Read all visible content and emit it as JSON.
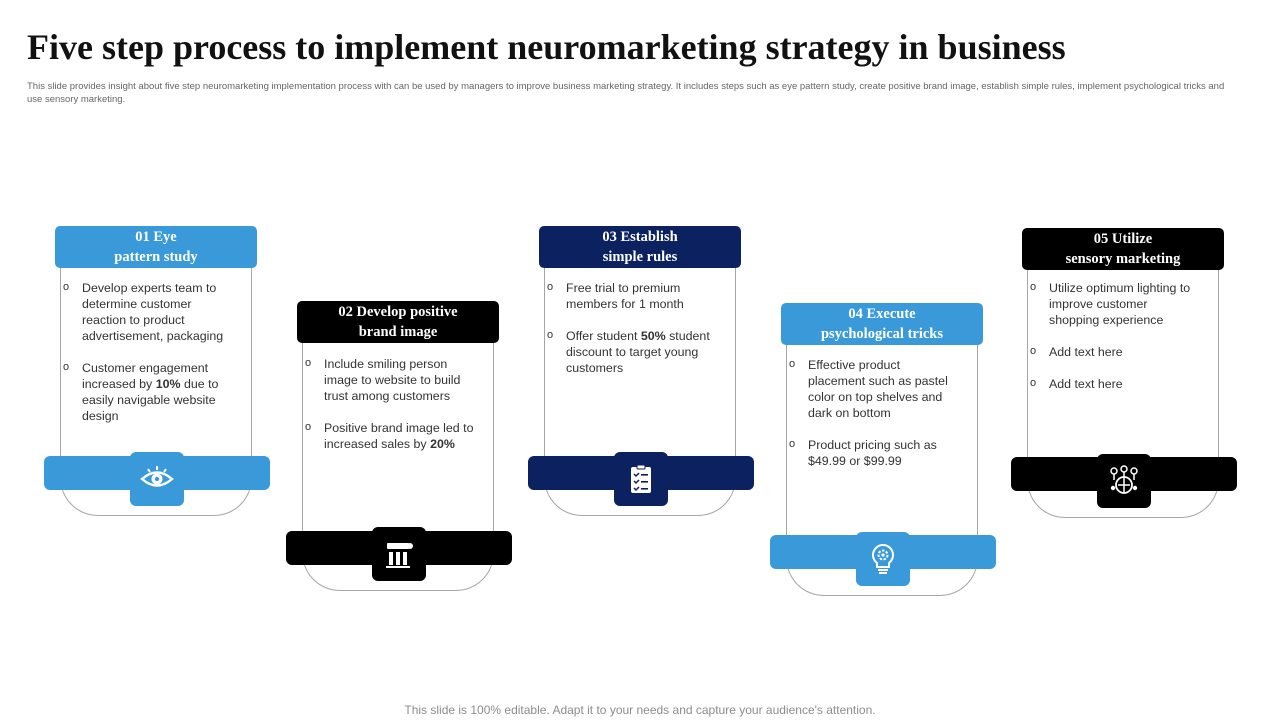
{
  "title": "Five step process to implement neuromarketing strategy in business",
  "subtitle": "This slide provides insight about five step neuromarketing implementation  process with can be used by managers to improve business marketing strategy. It includes steps such as eye pattern study, create positive brand image, establish simple rules, implement psychological tricks and use sensory marketing.",
  "footer": "This slide is 100% editable. Adapt it to your needs and capture your audience's attention.",
  "colors": {
    "light_blue": "#3a9ad9",
    "navy": "#0b2160",
    "black": "#000000"
  },
  "steps": [
    {
      "header_line1": "01 Eye",
      "header_line2": "pattern study",
      "color": "#3a9ad9",
      "icon": "eye-icon",
      "bullets": [
        {
          "pre": "Develop  experts team to determine customer reaction to product advertisement, packaging",
          "bold": "",
          "post": ""
        },
        {
          "pre": "Customer engagement increased by ",
          "bold": "10%",
          "post": " due to easily navigable website design"
        }
      ]
    },
    {
      "header_line1": "02 Develop positive",
      "header_line2": "brand  image",
      "color": "#000000",
      "icon": "brand-chart-icon",
      "bullets": [
        {
          "pre": "Include smiling person image to website to build trust among customers",
          "bold": "",
          "post": ""
        },
        {
          "pre": "Positive brand image led to increased sales by ",
          "bold": "20%",
          "post": ""
        }
      ]
    },
    {
      "header_line1": "03 Establish",
      "header_line2": "simple rules",
      "color": "#0b2160",
      "icon": "checklist-icon",
      "bullets": [
        {
          "pre": "Free trial to premium members for 1 month",
          "bold": "",
          "post": ""
        },
        {
          "pre": "Offer student ",
          "bold": "50%",
          "post": " student discount to target young customers"
        }
      ]
    },
    {
      "header_line1": "04 Execute",
      "header_line2": "psychological  tricks",
      "color": "#3a9ad9",
      "icon": "lightbulb-gear-icon",
      "bullets": [
        {
          "pre": "Effective product placement such as pastel color on top shelves  and dark on bottom",
          "bold": "",
          "post": ""
        },
        {
          "pre": "Product pricing such as $49.99 or $99.99",
          "bold": "",
          "post": ""
        }
      ]
    },
    {
      "header_line1": "05 Utilize",
      "header_line2": "sensory marketing",
      "color": "#000000",
      "icon": "sensory-brain-icon",
      "bullets": [
        {
          "pre": "Utilize optimum lighting to improve  customer shopping experience",
          "bold": "",
          "post": ""
        },
        {
          "pre": "Add text here",
          "bold": "",
          "post": ""
        },
        {
          "pre": "Add text here",
          "bold": "",
          "post": ""
        }
      ]
    }
  ]
}
